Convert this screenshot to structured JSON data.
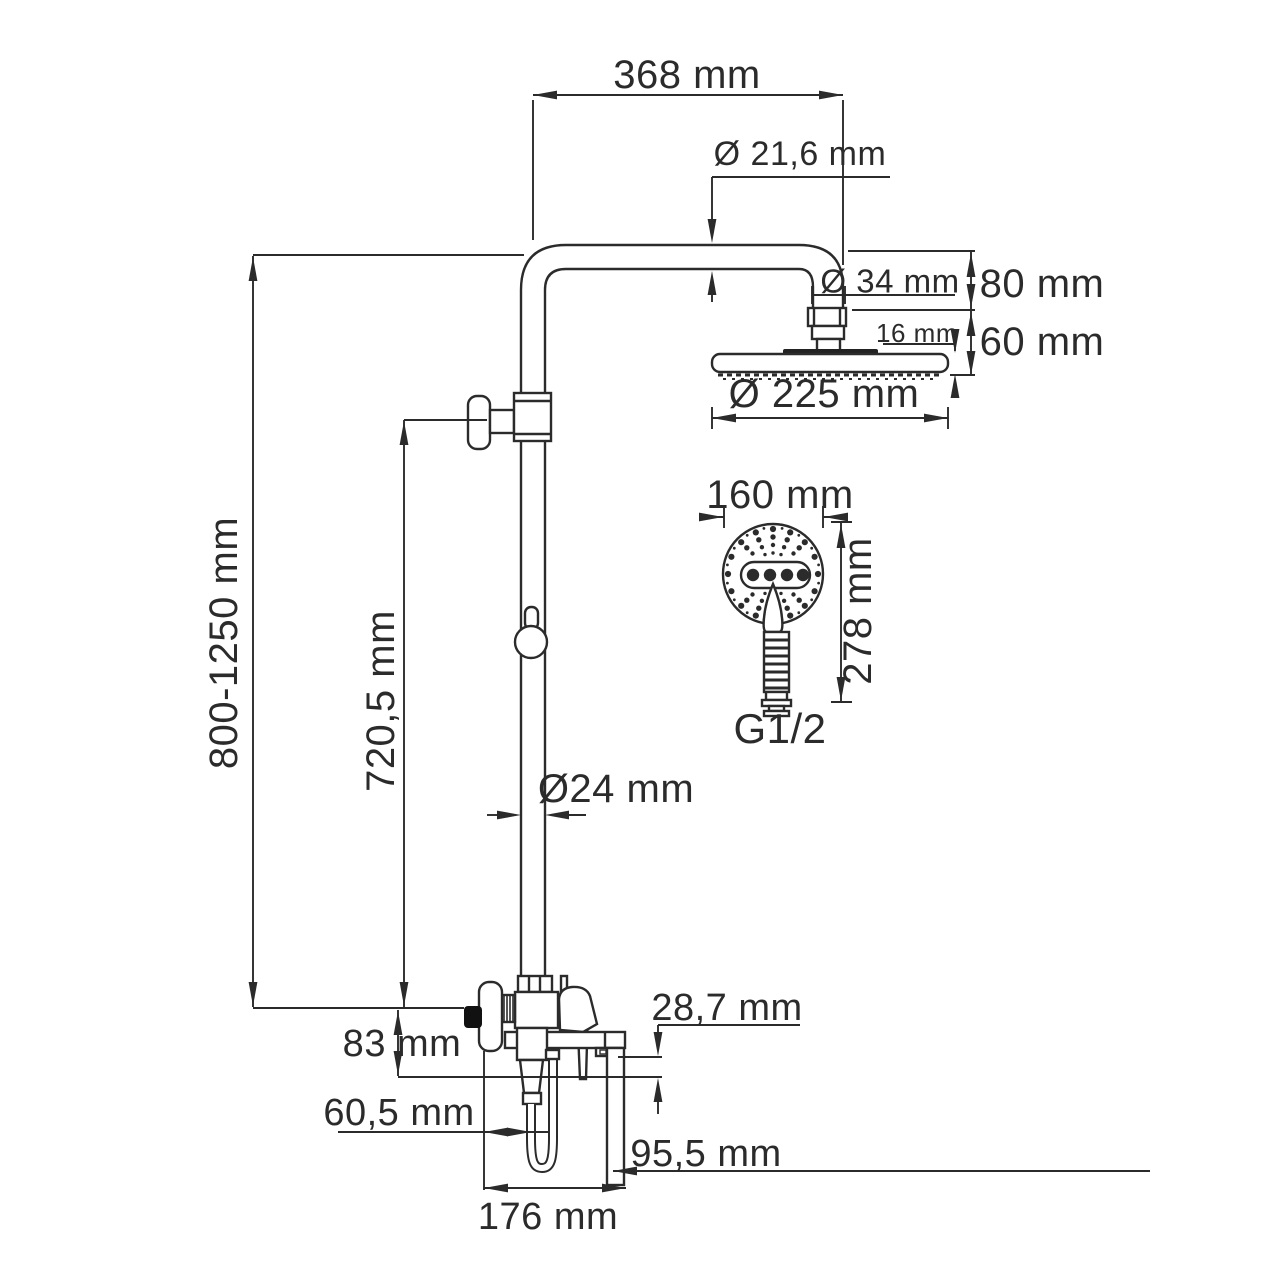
{
  "diagram": {
    "kind": "technical-drawing",
    "subject": "shower-column-with-rain-head-hand-shower-and-mixer",
    "line_color": "#2b2b2b",
    "background_color": "#ffffff",
    "dimensions": {
      "top_arm_width": "368 mm",
      "top_pipe_diameter": "Ø 21,6 mm",
      "head_connector_diameter": "Ø 34 mm",
      "head_drop_height": "80 mm",
      "head_edge_thickness": "16 mm",
      "head_total_height": "60 mm",
      "head_diameter": "Ø 225 mm",
      "handshower_face_diameter": "160 mm",
      "handshower_length": "278 mm",
      "handshower_thread": "G1/2",
      "column_height_range": "800-1250 mm",
      "bracket_height": "720,5 mm",
      "column_pipe_diameter": "Ø24 mm",
      "mixer_step_offset": "28,7 mm",
      "mixer_body_height": "83 mm",
      "hose_axis_offset": "60,5 mm",
      "spout_projection": "95,5 mm",
      "mixer_total_width": "176 mm"
    }
  }
}
